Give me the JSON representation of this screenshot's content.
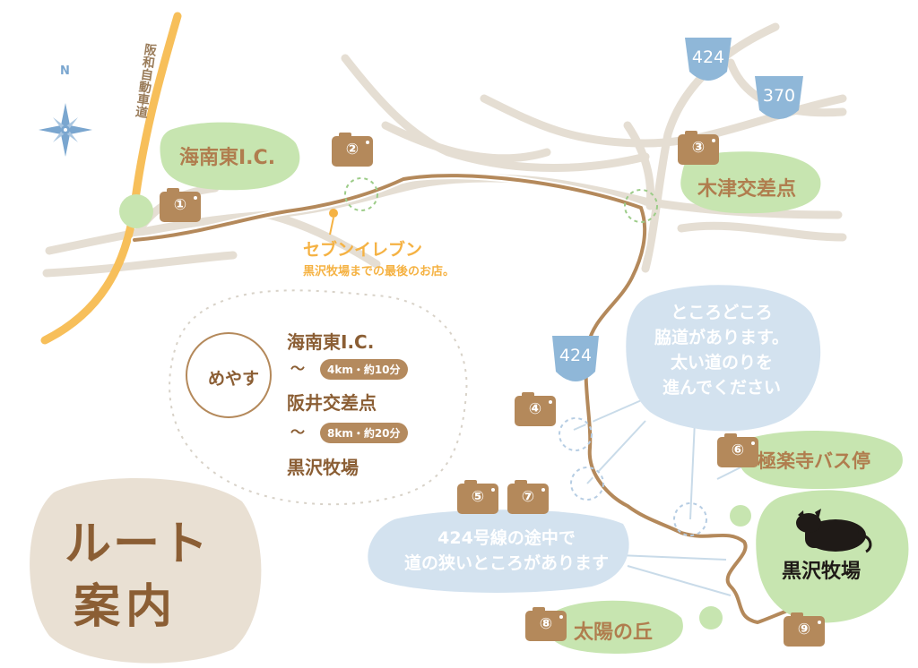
{
  "colors": {
    "road_gray": "#e5ded3",
    "route_brown": "#b4895b",
    "highway_orange": "#f7bf5a",
    "green_bubble": "#c7e5b0",
    "blue_bubble": "#d3e2ef",
    "camera_brown": "#b4895b",
    "badge_blue": "#8fb7d8",
    "title_bg": "#e9e0d3",
    "title_text": "#8b5e34"
  },
  "compass": {
    "letter": "N"
  },
  "highway": {
    "label": "阪和自動車道"
  },
  "route_badges": [
    "424",
    "370",
    "424"
  ],
  "places": {
    "interchange": "海南東I.C.",
    "intersection_kizu": "木津交差点",
    "bus_stop": "極楽寺バス停",
    "hill": "太陽の丘",
    "ranch": "黒沢牧場"
  },
  "store": {
    "name": "セブンイレブン",
    "note": "黒沢牧場までの最後のお店。"
  },
  "camera_numbers": [
    "①",
    "②",
    "③",
    "④",
    "⑤",
    "⑦",
    "⑥",
    "⑧",
    "⑨"
  ],
  "guide": {
    "label": "めやす",
    "stop1": "海南東I.C.",
    "tilde1": "〜",
    "leg1": "4km・約10分",
    "stop2": "阪井交差点",
    "tilde2": "〜",
    "leg2": "8km・約20分",
    "stop3": "黒沢牧場"
  },
  "notes": {
    "side_roads": [
      "ところどころ",
      "脇道があります。",
      "太い道のりを",
      "進んでください"
    ],
    "narrow": [
      "424号線の途中で",
      "道の狭いところがあります"
    ]
  },
  "title": {
    "line1": "ルート",
    "line2": "案内"
  }
}
